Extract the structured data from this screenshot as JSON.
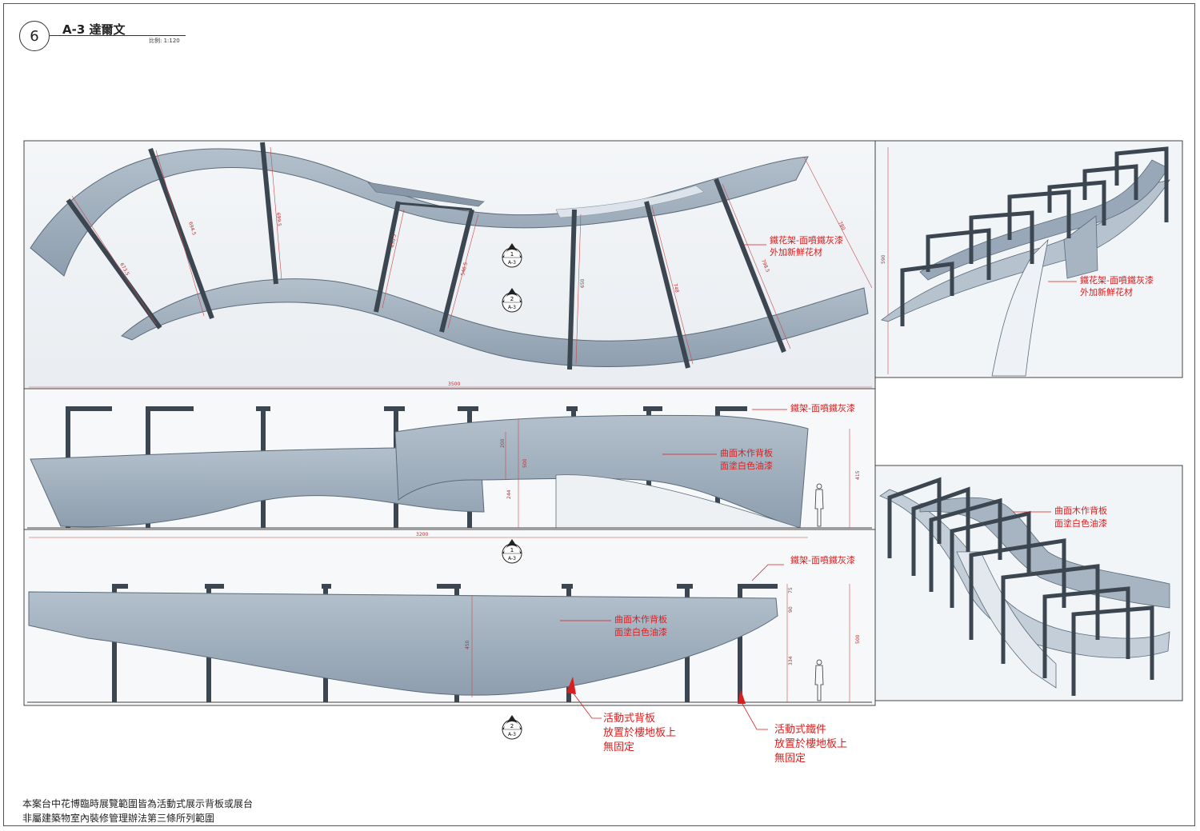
{
  "sheet": {
    "number": "6",
    "title": "A-3 達爾文",
    "scale": "比例: 1:120"
  },
  "section_marks": {
    "s1": {
      "num": "1",
      "sheet": "A-3"
    },
    "s2": {
      "num": "2",
      "sheet": "A-3"
    },
    "s3": {
      "num": "1",
      "sheet": "A-3"
    },
    "s4": {
      "num": "2",
      "sheet": "A-3"
    }
  },
  "plan_dims": [
    "673.5",
    "694.5",
    "699.5",
    "430.5",
    "546.5",
    "650",
    "748",
    "798.5",
    "780"
  ],
  "plan_note": {
    "line1": "鐵花架-面噴鐵灰漆",
    "line2": "外加新鮮花材"
  },
  "persp1_note": {
    "line1": "鐵花架-面噴鐵灰漆",
    "line2": "外加新鮮花材"
  },
  "persp2_note": {
    "line1": "曲面木作背板",
    "line2": "面塗白色油漆"
  },
  "plan_side_dim": "590",
  "elev1": {
    "note_frame": "鐵架-面噴鐵灰漆",
    "note_panel": {
      "line1": "曲面木作背板",
      "line2": "面塗白色油漆"
    },
    "dim_top": "3500",
    "dim_bottom": "3200",
    "dim_h1": "200",
    "dim_h2": "500",
    "dim_h3": "244",
    "dim_h4": "415"
  },
  "elev2": {
    "note_frame": "鐵架-面噴鐵灰漆",
    "note_panel": {
      "line1": "曲面木作背板",
      "line2": "面塗白色油漆"
    },
    "dim_h1": "450",
    "dim_h2": "75",
    "dim_h3": "90",
    "dim_h4": "334",
    "dim_h5": "500"
  },
  "movable_board_note": {
    "line1": "活動式背板",
    "line2": "放置於樓地板上",
    "line3": "無固定"
  },
  "movable_iron_note": {
    "line1": "活動式鐵件",
    "line2": "放置於樓地板上",
    "line3": "無固定"
  },
  "footnotes": {
    "line1": "本案台中花博臨時展覽範圍皆為活動式展示背板或展台",
    "line2": "非屬建築物室內裝修管理辦法第三條所列範圍"
  },
  "colors": {
    "panel": "#a7b5c2",
    "panel_dark": "#6f7f8e",
    "frame": "#3c4650",
    "annotation": "#d81f1f"
  }
}
